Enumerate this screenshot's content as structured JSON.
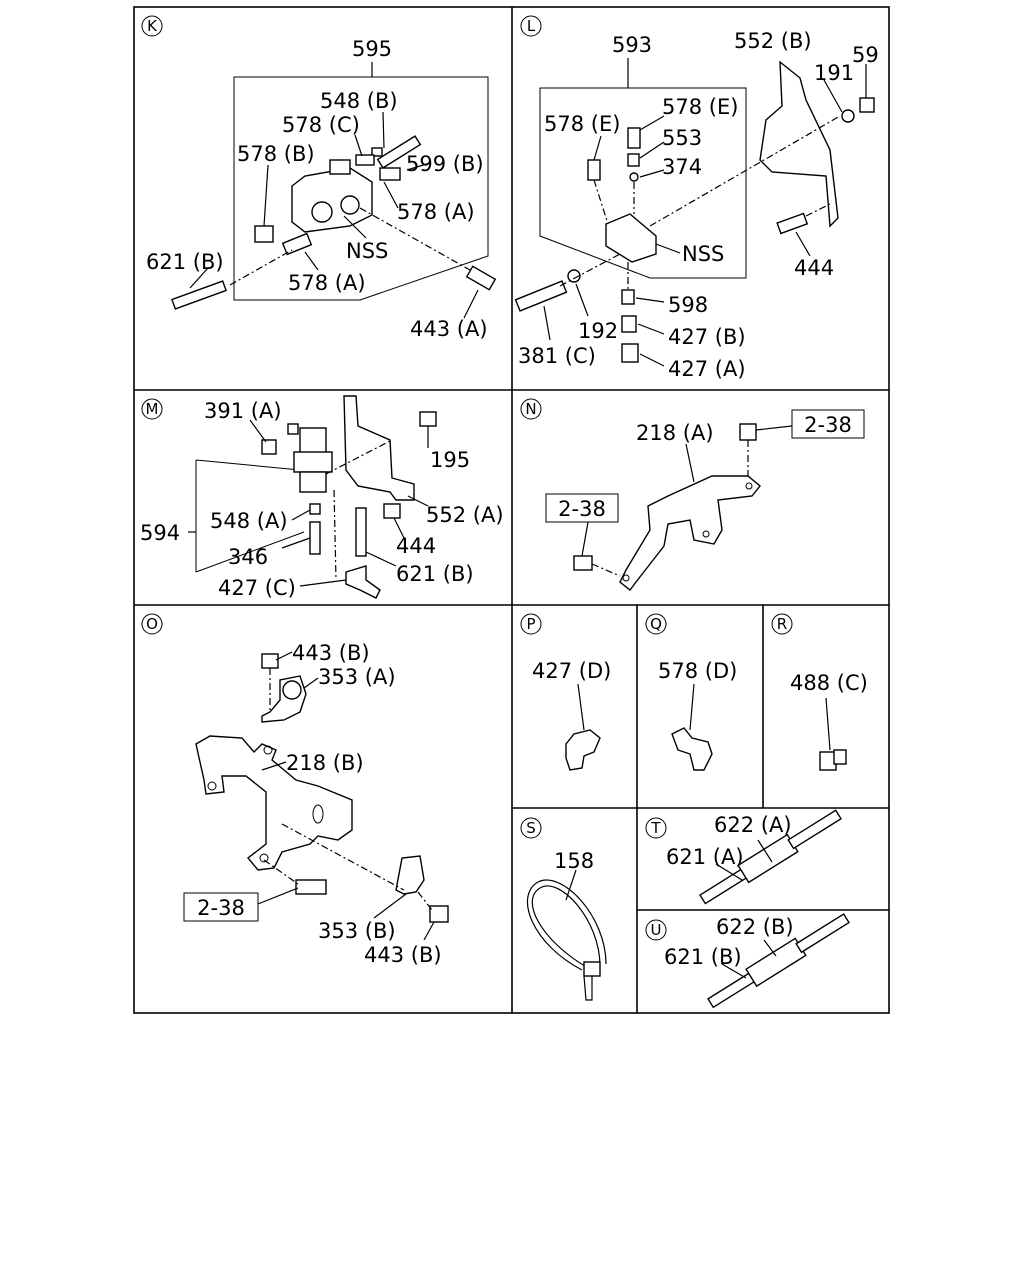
{
  "sections": {
    "K": {
      "letter": "K",
      "labels": {
        "p595": "595",
        "p548b": "548 (B)",
        "p578c": "578 (C)",
        "p578b": "578 (B)",
        "p599b": "599 (B)",
        "p578a1": "578 (A)",
        "nss": "NSS",
        "p621b": "621 (B)",
        "p578a2": "578 (A)",
        "p443a": "443 (A)"
      }
    },
    "L": {
      "letter": "L",
      "labels": {
        "p593": "593",
        "p552b": "552 (B)",
        "p59": "59",
        "p191": "191",
        "p578e1": "578 (E)",
        "p578e2": "578 (E)",
        "p553": "553",
        "p374": "374",
        "nss": "NSS",
        "p444": "444",
        "p598": "598",
        "p192": "192",
        "p427b": "427 (B)",
        "p381c": "381 (C)",
        "p427a": "427 (A)"
      }
    },
    "M": {
      "letter": "M",
      "labels": {
        "p391a": "391 (A)",
        "p195": "195",
        "p552a": "552 (A)",
        "p594": "594",
        "p548a": "548 (A)",
        "p444": "444",
        "p346": "346",
        "p621b": "621 (B)",
        "p427c": "427 (C)"
      }
    },
    "N": {
      "letter": "N",
      "labels": {
        "p218a": "218 (A)",
        "ref1": "2-38",
        "ref2": "2-38"
      }
    },
    "O": {
      "letter": "O",
      "labels": {
        "p443b1": "443 (B)",
        "p353a": "353 (A)",
        "p218b": "218 (B)",
        "ref": "2-38",
        "p353b": "353 (B)",
        "p443b2": "443 (B)"
      }
    },
    "P": {
      "letter": "P",
      "labels": {
        "p427d": "427 (D)"
      }
    },
    "Q": {
      "letter": "Q",
      "labels": {
        "p578d": "578 (D)"
      }
    },
    "R": {
      "letter": "R",
      "labels": {
        "p488c": "488 (C)"
      }
    },
    "S": {
      "letter": "S",
      "labels": {
        "p158": "158"
      }
    },
    "T": {
      "letter": "T",
      "labels": {
        "p622a": "622 (A)",
        "p621a": "621 (A)"
      }
    },
    "U": {
      "letter": "U",
      "labels": {
        "p622b": "622 (B)",
        "p621b": "621 (B)"
      }
    }
  }
}
